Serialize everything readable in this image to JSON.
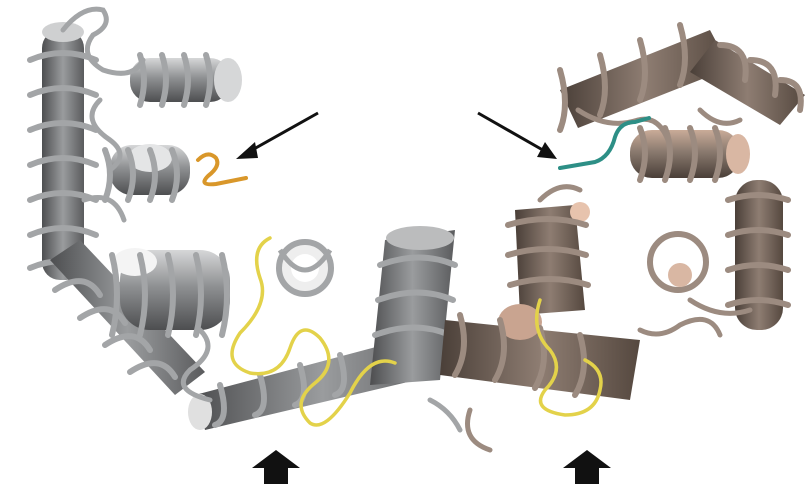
{
  "image": {
    "subject": "protein-helix-dimer-ribbon-render",
    "background": "#ffffff"
  },
  "colors": {
    "chain_a_fill": "#8f9193",
    "chain_a_dark": "#4d4e50",
    "chain_a_light": "#d6d7d8",
    "chain_a_coil": "#a3a5a7",
    "chain_b_fill": "#8a7a6f",
    "chain_b_dark": "#4a3f38",
    "chain_b_light": "#d9b7a3",
    "chain_b_coil": "#9c8b80",
    "loop_highlight": "#e3d24a",
    "ligand_left": "#d9972a",
    "ligand_right": "#2d8f86",
    "arrow": "#111111"
  },
  "annotations": {
    "thin_arrows": [
      "arrow-to-left-ligand",
      "arrow-to-right-ligand"
    ],
    "block_arrows": [
      "block-arrow-left-interface",
      "block-arrow-right-interface"
    ]
  }
}
